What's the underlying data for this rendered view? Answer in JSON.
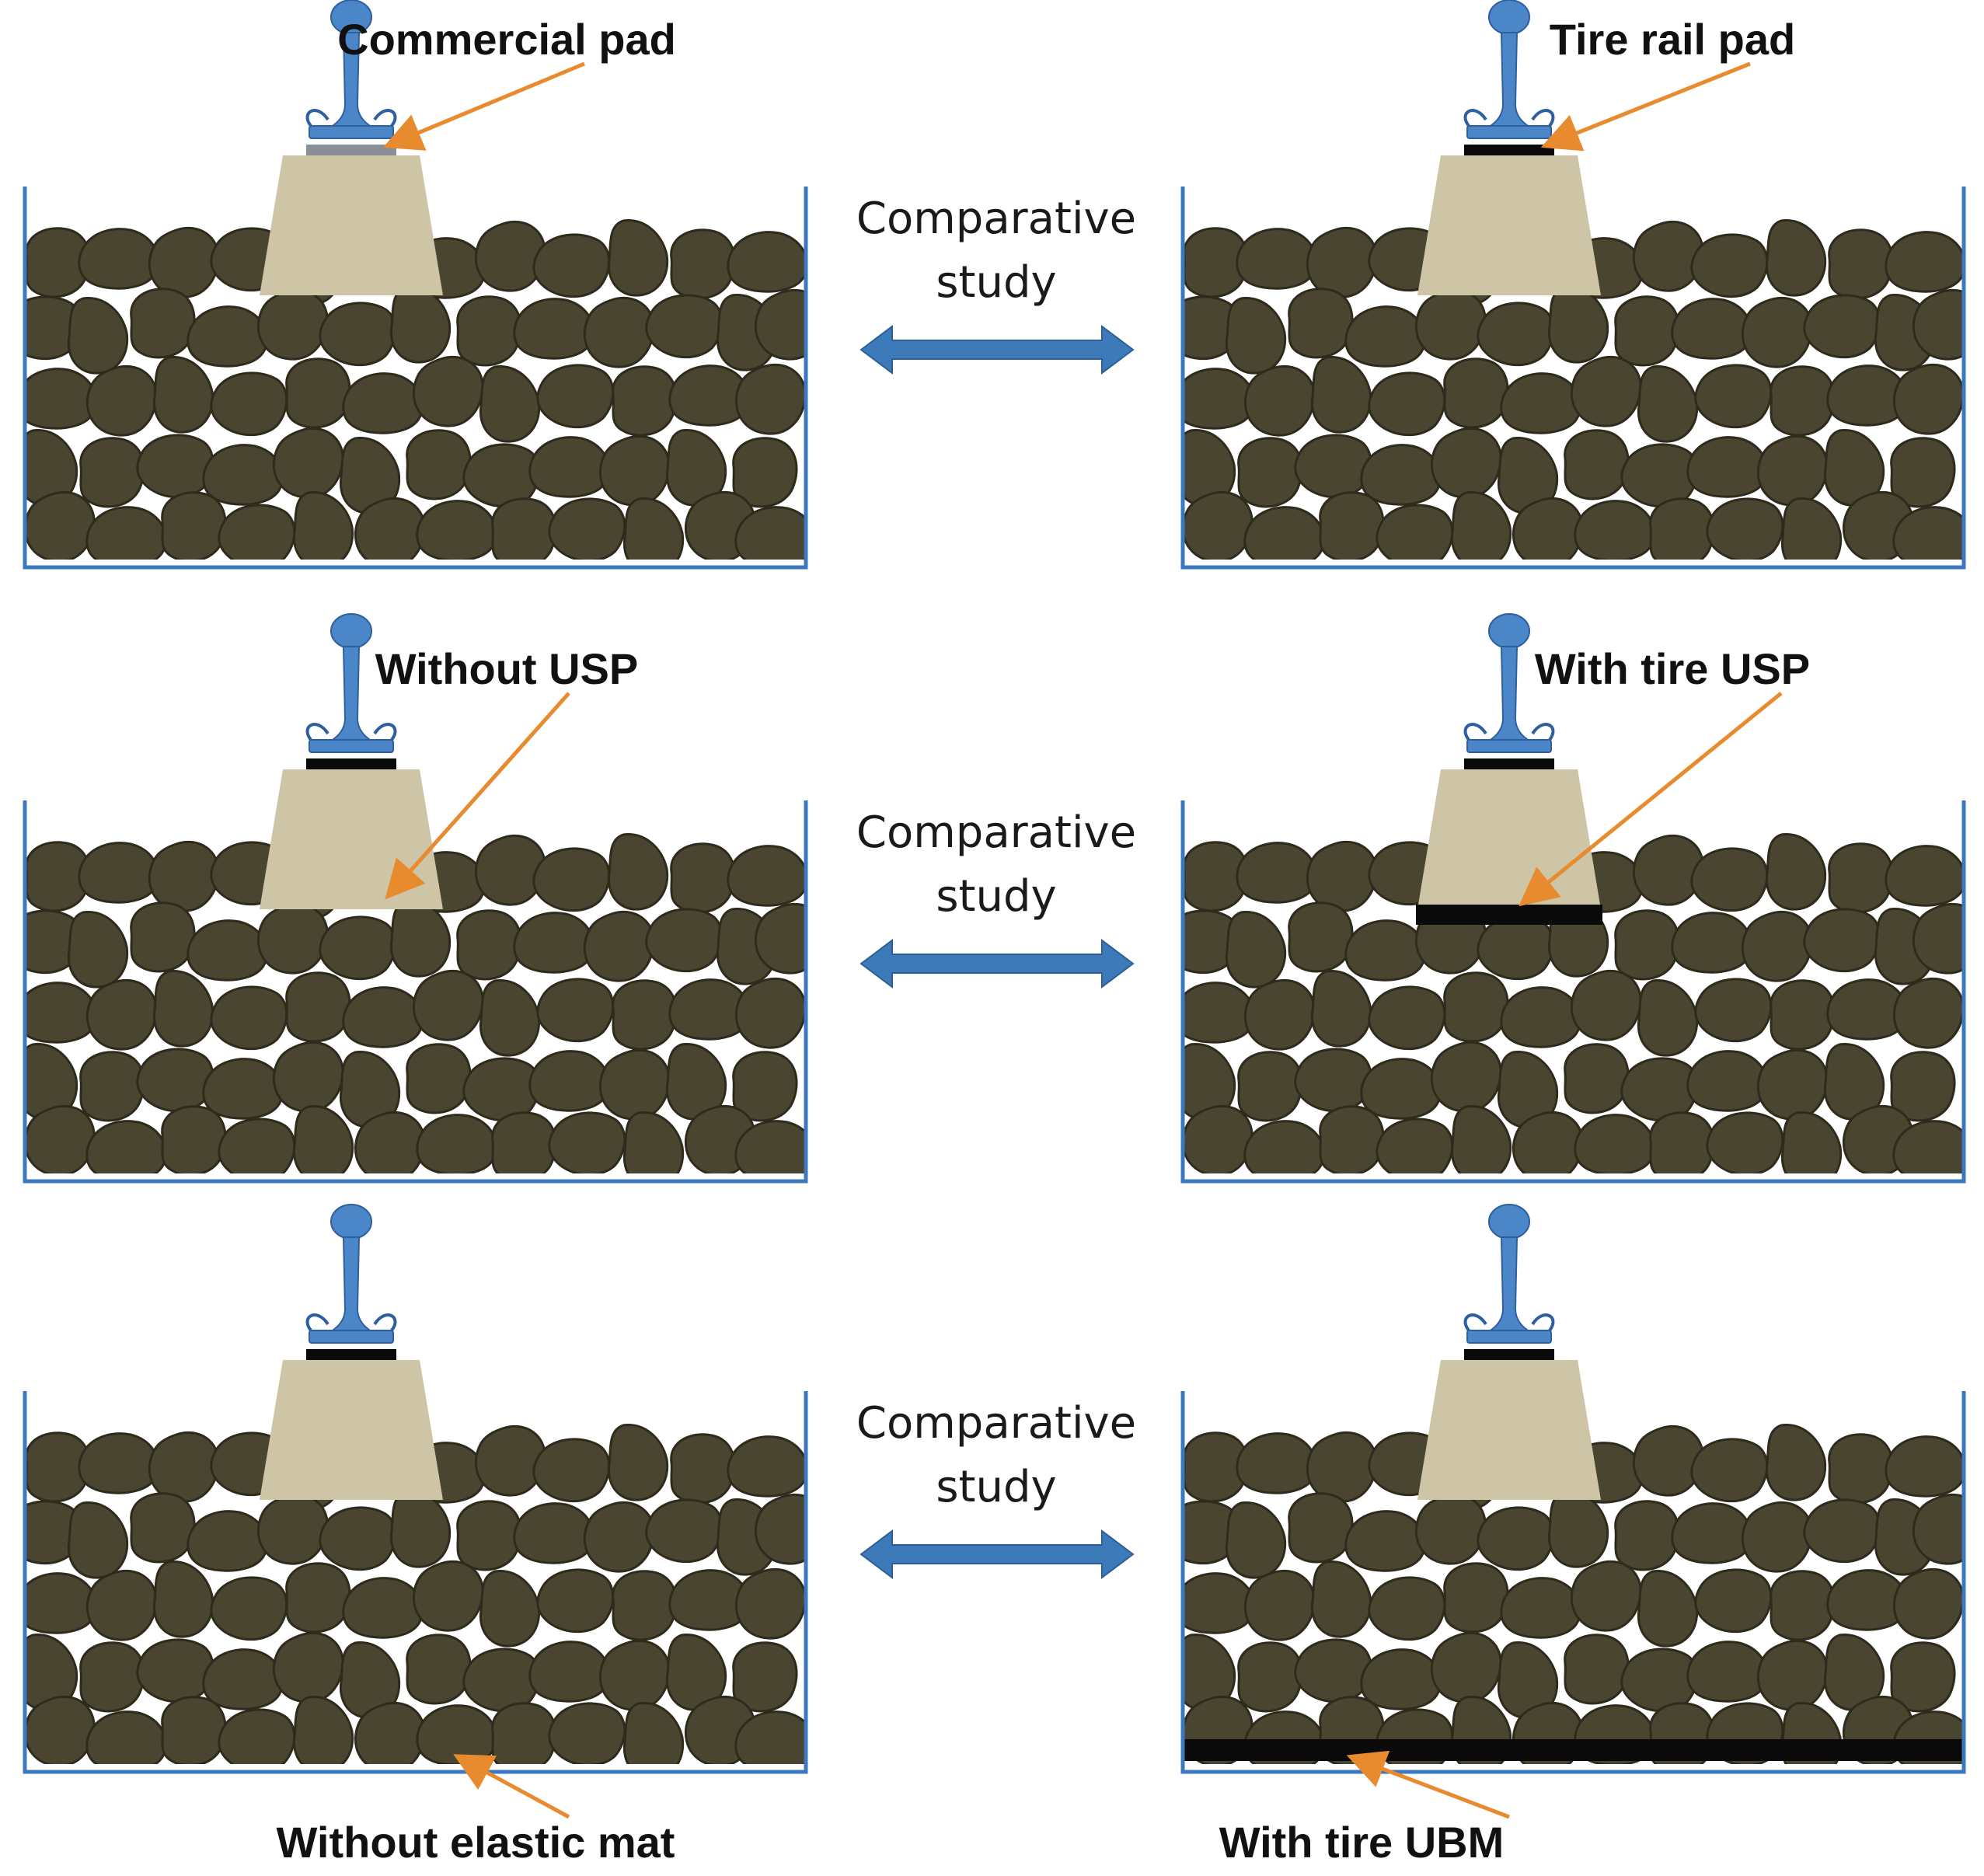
{
  "comparison_text": [
    "Comparative",
    "study"
  ],
  "colors": {
    "ballast": "#4a4531",
    "ballast_edge": "#2e2b1c",
    "sleeper": "#cdc5a6",
    "rail": "#4a86c8",
    "rail_edge": "#2e5f9e",
    "box": "#3c78c0",
    "arrow": "#3d7ab9",
    "pointer": "#e88a2e",
    "pad_black": "#0a0a0a",
    "pad_commercial": "#8a8e96"
  },
  "rows": [
    {
      "left": {
        "label": "Commercial pad",
        "pad": "commercial"
      },
      "right": {
        "label": "Tire rail pad",
        "pad": "tire"
      }
    },
    {
      "left": {
        "label": "Without USP",
        "pad": "tire"
      },
      "right": {
        "label": "With tire USP",
        "pad": "tire",
        "usp": true
      }
    },
    {
      "left": {
        "label": "Without elastic mat",
        "pad": "tire"
      },
      "right": {
        "label": "With tire UBM",
        "pad": "tire",
        "ubm": true
      }
    }
  ]
}
